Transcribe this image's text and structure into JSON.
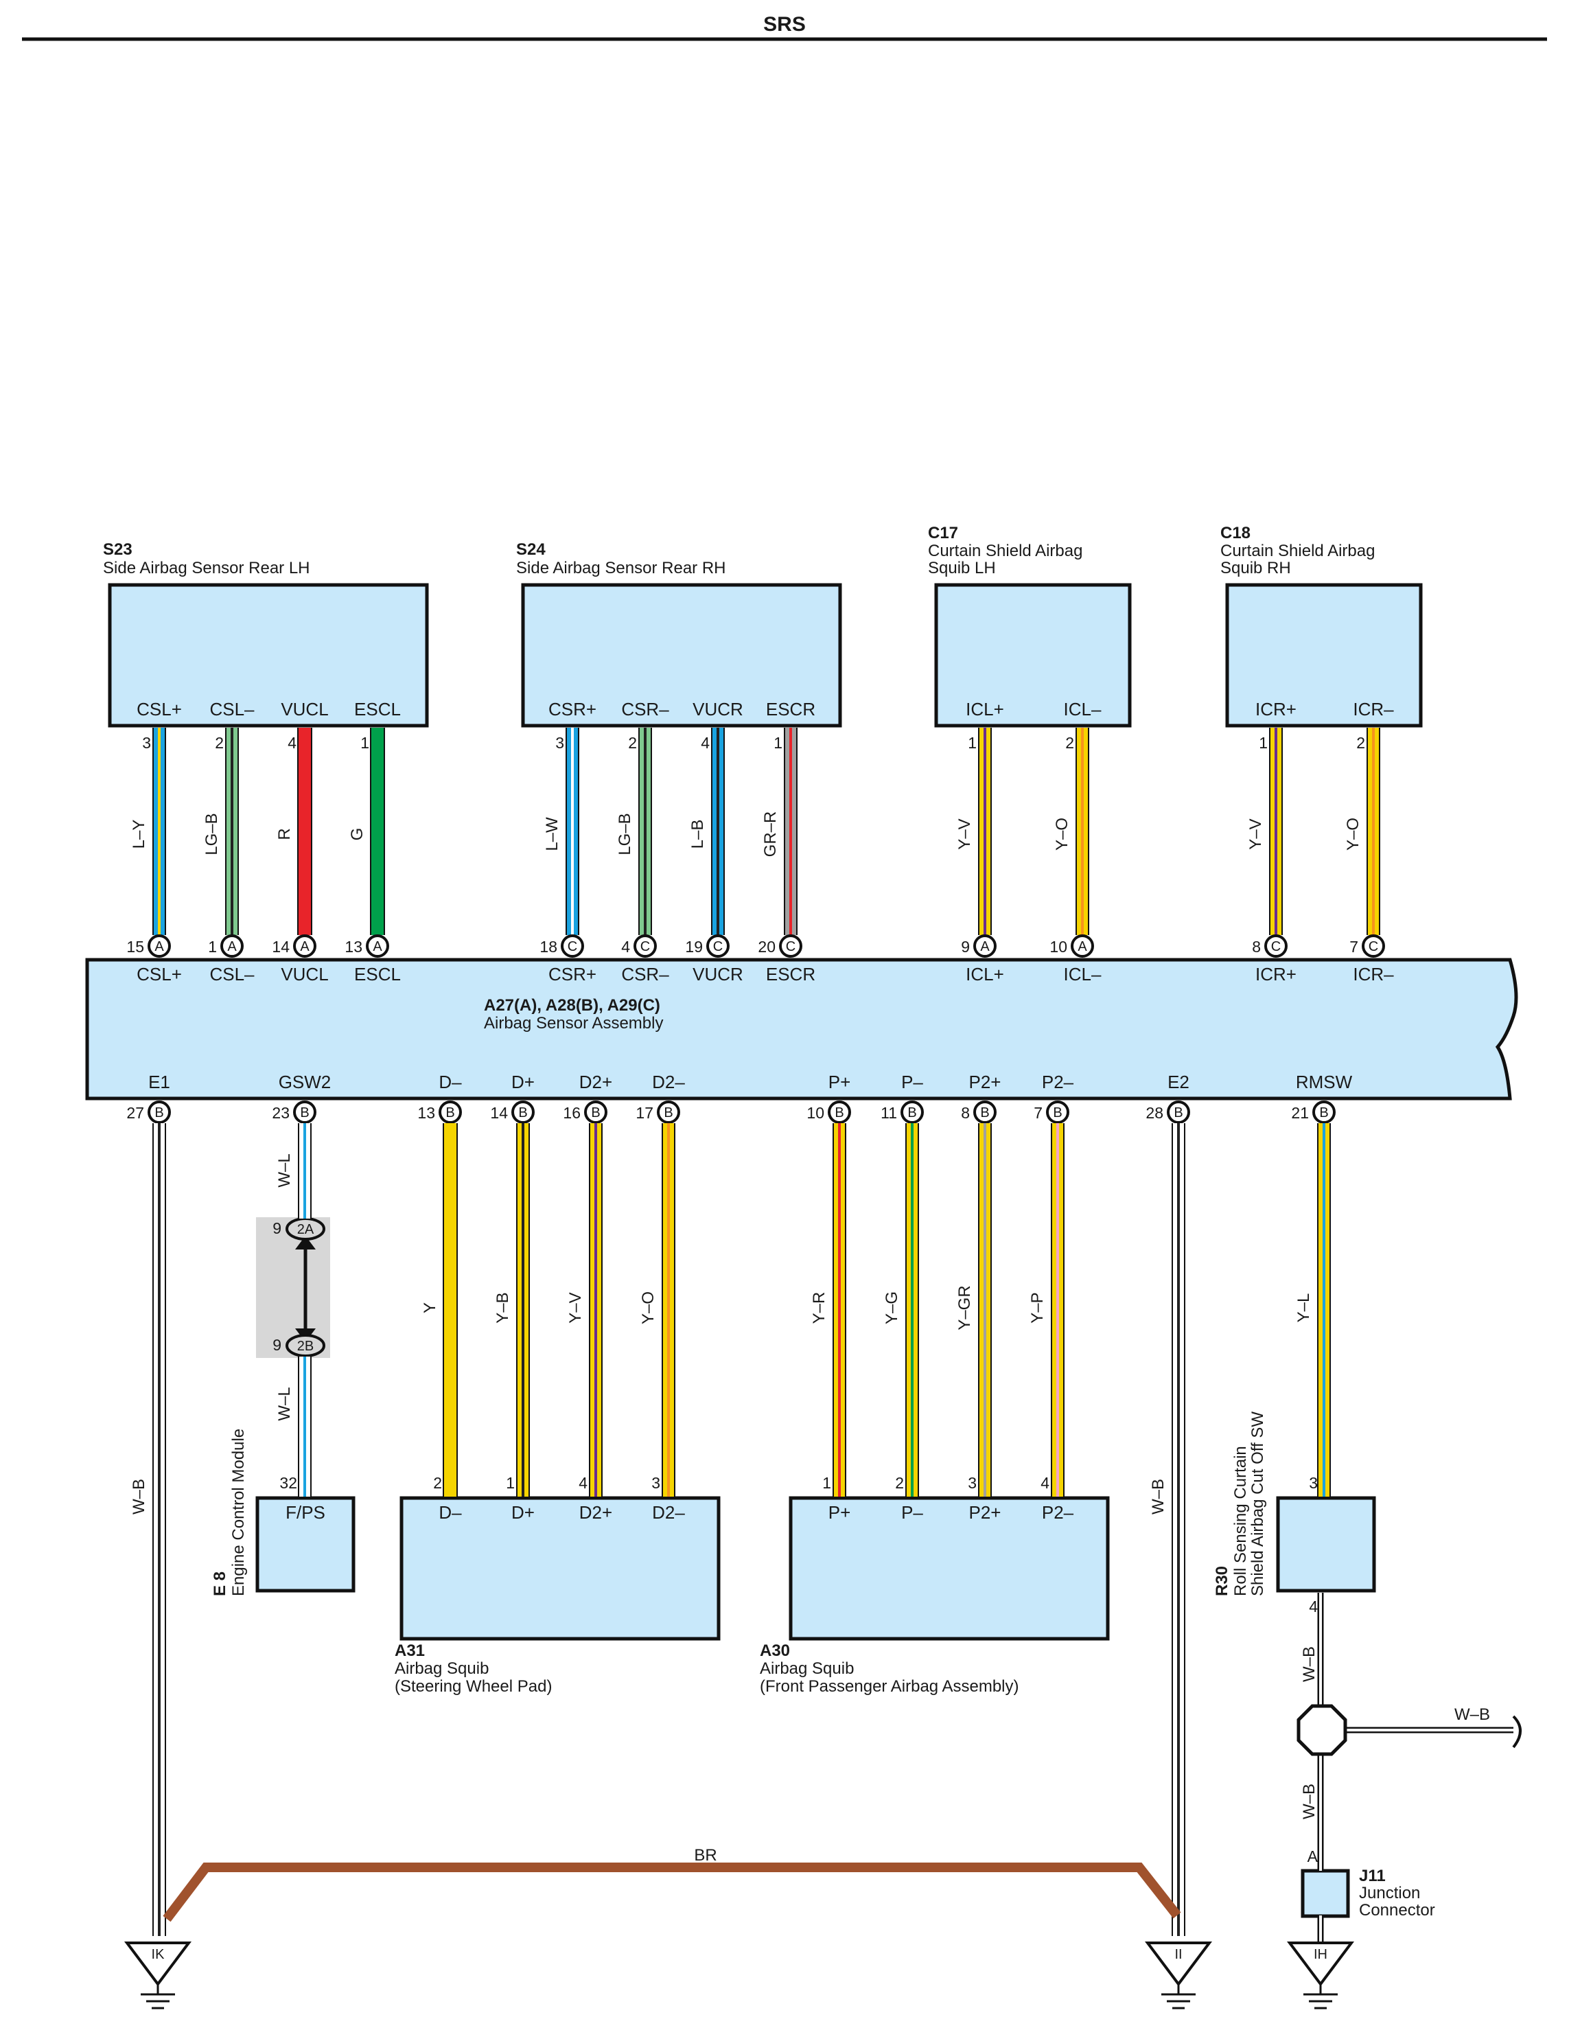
{
  "page_title": "SRS",
  "components": {
    "S23": {
      "code": "S23",
      "name": "Side Airbag Sensor Rear LH",
      "pins": [
        "CSL+",
        "CSL–",
        "VUCL",
        "ESCL"
      ]
    },
    "S24": {
      "code": "S24",
      "name": "Side Airbag Sensor Rear RH",
      "pins": [
        "CSR+",
        "CSR–",
        "VUCR",
        "ESCR"
      ]
    },
    "C17": {
      "code": "C17",
      "name_lines": [
        "Curtain Shield Airbag",
        "Squib LH"
      ],
      "pins": [
        "ICL+",
        "ICL–"
      ]
    },
    "C18": {
      "code": "C18",
      "name_lines": [
        "Curtain Shield Airbag",
        "Squib RH"
      ],
      "pins": [
        "ICR+",
        "ICR–"
      ]
    },
    "main": {
      "code": "A27(A), A28(B), A29(C)",
      "name": "Airbag Sensor Assembly"
    },
    "E8": {
      "code": "E 8",
      "name": "Engine Control Module",
      "pin": "F/PS",
      "pin_no": "32"
    },
    "A31": {
      "code": "A31",
      "name_lines": [
        "Airbag Squib",
        "(Steering Wheel Pad)"
      ],
      "pins": [
        "D–",
        "D+",
        "D2+",
        "D2–"
      ]
    },
    "A30": {
      "code": "A30",
      "name_lines": [
        "Airbag Squib",
        "(Front Passenger Airbag Assembly)"
      ],
      "pins": [
        "P+",
        "P–",
        "P2+",
        "P2–"
      ]
    },
    "R30": {
      "code": "R30",
      "name_lines": [
        "Roll Sensing Curtain",
        "Shield Airbag Cut Off SW"
      ],
      "top_pin": "3",
      "bottom_pin": "4"
    },
    "J11": {
      "code": "J11",
      "name_lines": [
        "Junction",
        "Connector"
      ],
      "pin": "A"
    }
  },
  "top_wires": [
    {
      "sensor_pin": "3",
      "color_code": "L–Y",
      "colors": [
        "#1aa3e0",
        "#f5d400"
      ],
      "ecu_pin": "15",
      "conn": "A",
      "ecu_label": "CSL+"
    },
    {
      "sensor_pin": "2",
      "color_code": "LG–B",
      "colors": [
        "#7fc98f",
        "#222222"
      ],
      "ecu_pin": "1",
      "conn": "A",
      "ecu_label": "CSL–"
    },
    {
      "sensor_pin": "4",
      "color_code": "R",
      "colors": [
        "#e8242a"
      ],
      "ecu_pin": "14",
      "conn": "A",
      "ecu_label": "VUCL"
    },
    {
      "sensor_pin": "1",
      "color_code": "G",
      "colors": [
        "#00a14b"
      ],
      "ecu_pin": "13",
      "conn": "A",
      "ecu_label": "ESCL"
    },
    {
      "sensor_pin": "3",
      "color_code": "L–W",
      "colors": [
        "#1aa3e0",
        "#ffffff"
      ],
      "ecu_pin": "18",
      "conn": "C",
      "ecu_label": "CSR+"
    },
    {
      "sensor_pin": "2",
      "color_code": "LG–B",
      "colors": [
        "#7fc98f",
        "#222222"
      ],
      "ecu_pin": "4",
      "conn": "C",
      "ecu_label": "CSR–"
    },
    {
      "sensor_pin": "4",
      "color_code": "L–B",
      "colors": [
        "#1aa3e0",
        "#222222"
      ],
      "ecu_pin": "19",
      "conn": "C",
      "ecu_label": "VUCR"
    },
    {
      "sensor_pin": "1",
      "color_code": "GR–R",
      "colors": [
        "#a0a0a0",
        "#e8242a"
      ],
      "ecu_pin": "20",
      "conn": "C",
      "ecu_label": "ESCR"
    },
    {
      "sensor_pin": "1",
      "color_code": "Y–V",
      "colors": [
        "#f5d400",
        "#6a2c91"
      ],
      "ecu_pin": "9",
      "conn": "A",
      "ecu_label": "ICL+"
    },
    {
      "sensor_pin": "2",
      "color_code": "Y–O",
      "colors": [
        "#f5d400",
        "#f7941d"
      ],
      "ecu_pin": "10",
      "conn": "A",
      "ecu_label": "ICL–"
    },
    {
      "sensor_pin": "1",
      "color_code": "Y–V",
      "colors": [
        "#f5d400",
        "#6a2c91"
      ],
      "ecu_pin": "8",
      "conn": "C",
      "ecu_label": "ICR+"
    },
    {
      "sensor_pin": "2",
      "color_code": "Y–O",
      "colors": [
        "#f5d400",
        "#f7941d"
      ],
      "ecu_pin": "7",
      "conn": "C",
      "ecu_label": "ICR–"
    }
  ],
  "bottom_wires": [
    {
      "ecu_label": "E1",
      "ecu_pin": "27",
      "conn": "B",
      "color_code": "W–B",
      "colors": [
        "#ffffff",
        "#222222"
      ]
    },
    {
      "ecu_label": "GSW2",
      "ecu_pin": "23",
      "conn": "B",
      "color_code": "W–L",
      "colors": [
        "#ffffff",
        "#1aa3e0"
      ]
    },
    {
      "ecu_label": "D–",
      "ecu_pin": "13",
      "conn": "B",
      "color_code": "Y",
      "colors": [
        "#f5d400"
      ],
      "dest_pin": "2"
    },
    {
      "ecu_label": "D+",
      "ecu_pin": "14",
      "conn": "B",
      "color_code": "Y–B",
      "colors": [
        "#f5d400",
        "#222222"
      ],
      "dest_pin": "1"
    },
    {
      "ecu_label": "D2+",
      "ecu_pin": "16",
      "conn": "B",
      "color_code": "Y–V",
      "colors": [
        "#f5d400",
        "#6a2c91"
      ],
      "dest_pin": "4"
    },
    {
      "ecu_label": "D2–",
      "ecu_pin": "17",
      "conn": "B",
      "color_code": "Y–O",
      "colors": [
        "#f5d400",
        "#f7941d"
      ],
      "dest_pin": "3"
    },
    {
      "ecu_label": "P+",
      "ecu_pin": "10",
      "conn": "B",
      "color_code": "Y–R",
      "colors": [
        "#f5d400",
        "#e8242a"
      ],
      "dest_pin": "1"
    },
    {
      "ecu_label": "P–",
      "ecu_pin": "11",
      "conn": "B",
      "color_code": "Y–G",
      "colors": [
        "#f5d400",
        "#00a14b"
      ],
      "dest_pin": "2"
    },
    {
      "ecu_label": "P2+",
      "ecu_pin": "8",
      "conn": "B",
      "color_code": "Y–GR",
      "colors": [
        "#f5d400",
        "#a0a0a0"
      ],
      "dest_pin": "3"
    },
    {
      "ecu_label": "P2–",
      "ecu_pin": "7",
      "conn": "B",
      "color_code": "Y–P",
      "colors": [
        "#f5d400",
        "#f4a6c8"
      ],
      "dest_pin": "4"
    },
    {
      "ecu_label": "E2",
      "ecu_pin": "28",
      "conn": "B",
      "color_code": "W–B",
      "colors": [
        "#ffffff",
        "#222222"
      ]
    },
    {
      "ecu_label": "RMSW",
      "ecu_pin": "21",
      "conn": "B",
      "color_code": "Y–L",
      "colors": [
        "#f5d400",
        "#1aa3e0"
      ]
    }
  ],
  "junction": {
    "top_id": "2A",
    "bottom_id": "2B",
    "top_pin": "9",
    "bottom_pin": "9"
  },
  "misc_wires": {
    "e1_label": "W–B",
    "e2_label": "W–B",
    "r30_down_label": "W–B",
    "r30_lower_label": "W–B",
    "branch_label": "W–B",
    "br_label": "BR"
  },
  "grounds": {
    "left": "IK",
    "middle": "II",
    "right": "IH"
  },
  "colors": {
    "component_fill": "#c8e8fa",
    "shield_brown": "#a0522d",
    "junction_gray": "#d7d7d7"
  }
}
